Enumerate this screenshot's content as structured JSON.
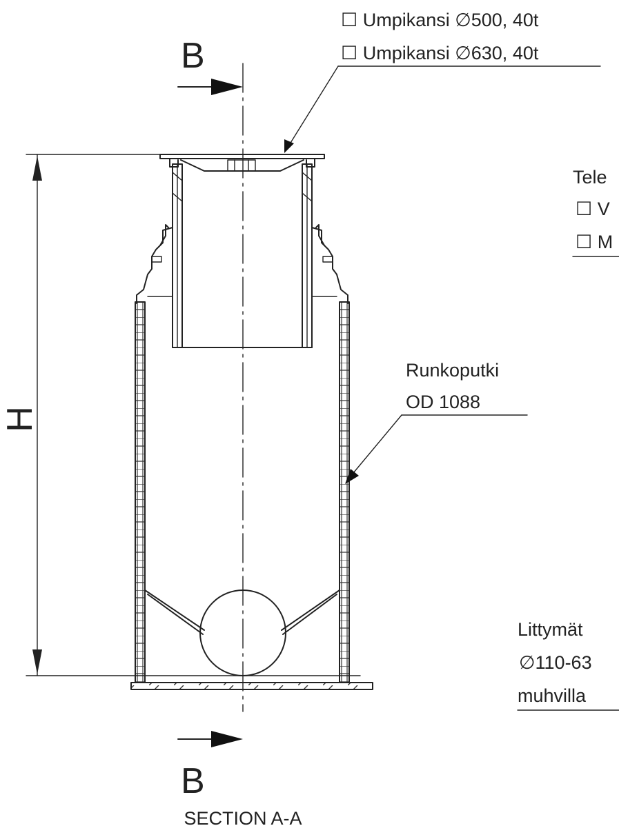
{
  "section_label": "SECTION A-A",
  "cut_marker": "B",
  "dimension_label": "H",
  "cover_options": [
    "☐ Umpikansi ∅500, 40t",
    "☐ Umpikansi ∅630, 40t"
  ],
  "telescope": {
    "title": "Tele",
    "options": [
      "☐ V",
      "☐ M"
    ]
  },
  "body_pipe": {
    "name": "Runkoputki",
    "diameter": "OD 1088"
  },
  "connections": {
    "title": "Littymät",
    "range": "∅110-63",
    "note": "muhvilla"
  }
}
